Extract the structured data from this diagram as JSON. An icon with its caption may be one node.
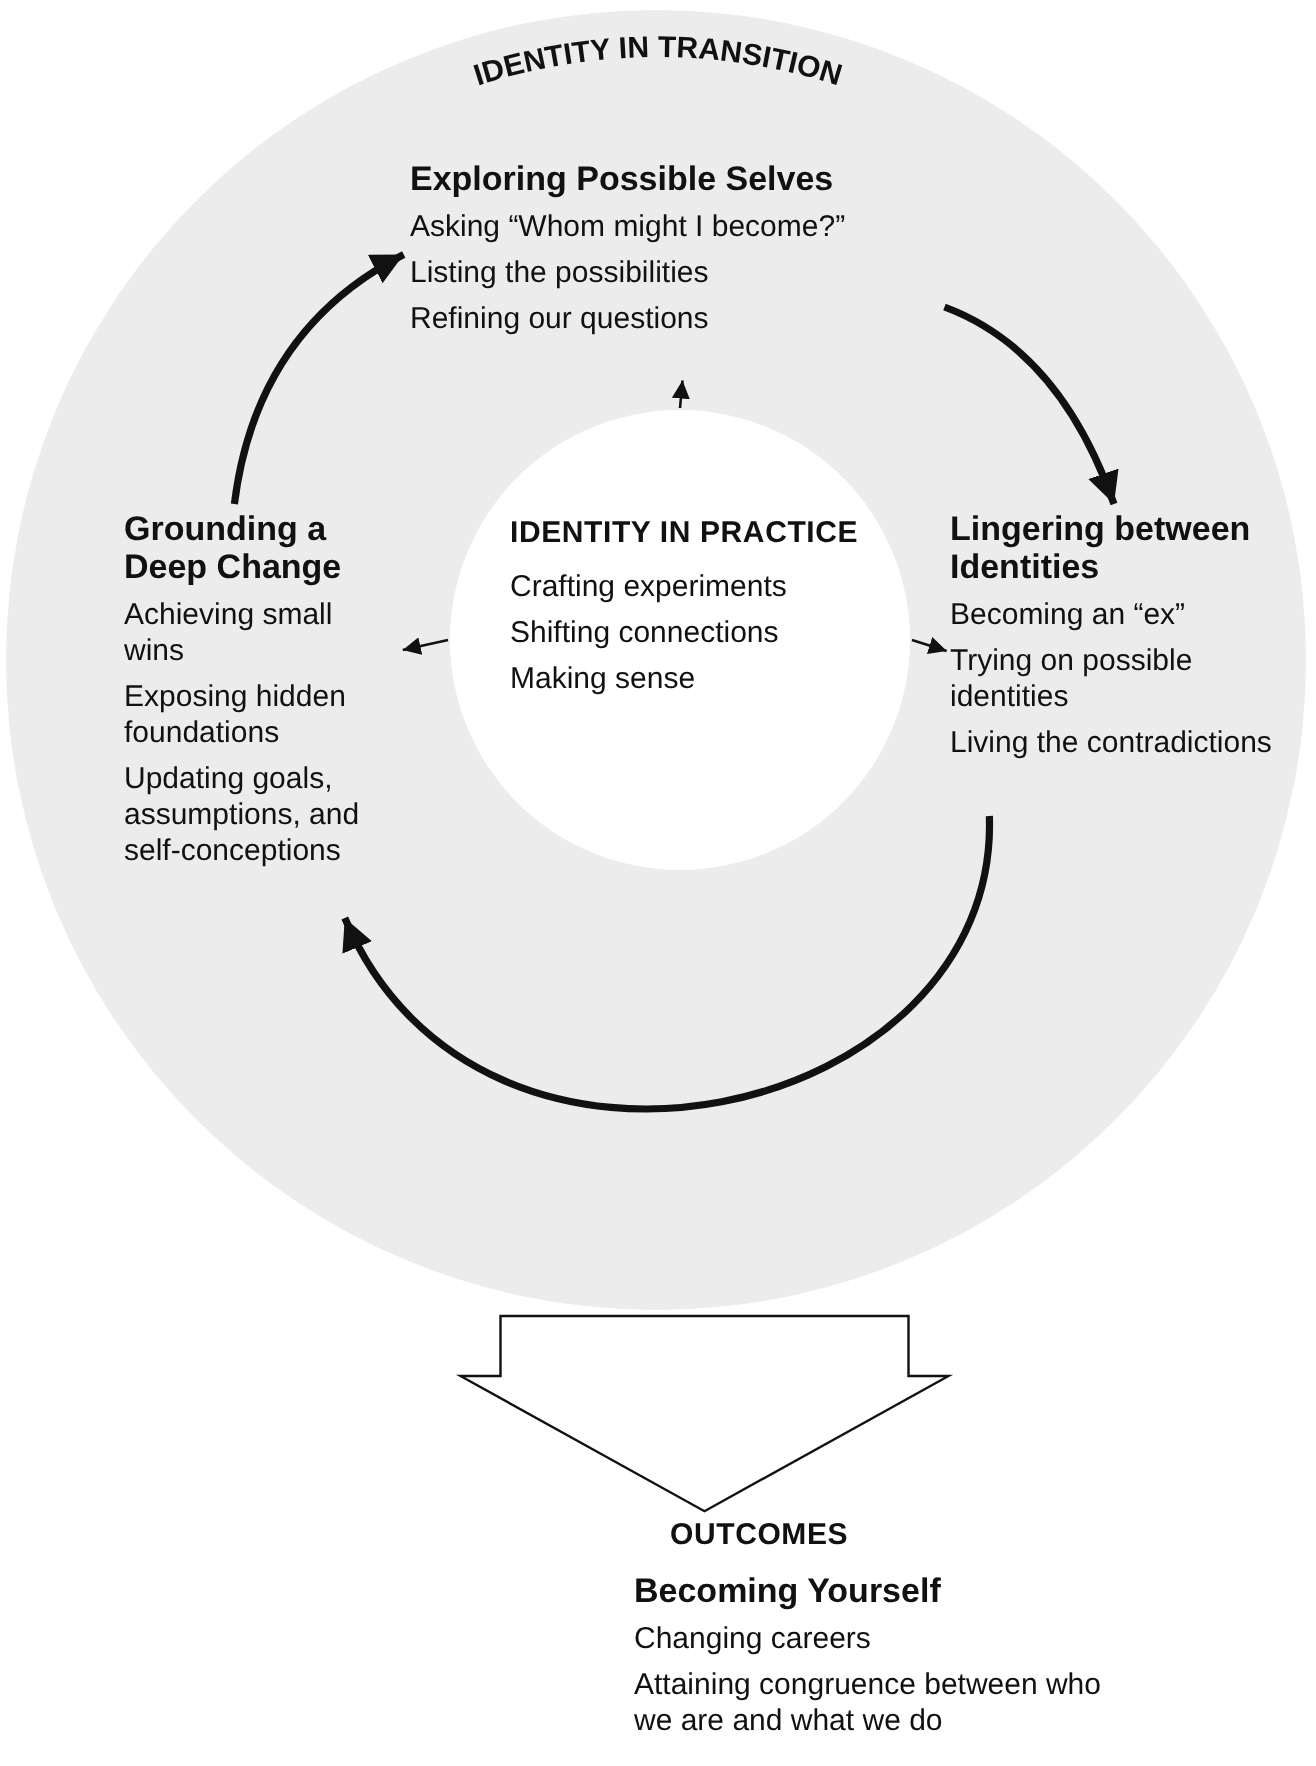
{
  "diagram": {
    "nodes": [
      {
        "text": [
          "IDENTITY IN TRANSITION"
        ]
      },
      {
        "text": [
          "Exploring Possible Selves",
          "Asking “Whom might I become?”",
          "Listing the possibilities",
          "Refining our questions"
        ],
        "in": 0
      },
      {
        "text": [
          "Lingering between Identities",
          "Becoming an “ex”",
          "Trying on possible identities",
          "Living the contradictions"
        ],
        "in": 0
      },
      {
        "text": [
          "Grounding a Deep Change",
          "Achieving small wins",
          "Exposing hidden foundations",
          "Updating goals, assumptions, and self-conceptions"
        ],
        "in": 0
      },
      {
        "text": [
          "IDENTITY IN PRACTICE",
          "Crafting experiments",
          "Shifting connections",
          "Making sense"
        ],
        "in": 0
      },
      {
        "text": [
          "OUTCOMES",
          "Becoming Yourself",
          "Changing careers",
          "Attaining congruence between who we are and what we do"
        ]
      }
    ],
    "edges": [
      {
        "from": 1,
        "to": 2,
        "arrow": "to",
        "style": "thick"
      },
      {
        "from": 2,
        "to": 3,
        "arrow": "to",
        "style": "thick"
      },
      {
        "from": 3,
        "to": 1,
        "arrow": "to",
        "style": "thick"
      },
      {
        "from": 4,
        "to": 1,
        "arrow": "to"
      },
      {
        "from": 4,
        "to": 2,
        "arrow": "to"
      },
      {
        "from": 4,
        "to": 3,
        "arrow": "to"
      },
      {
        "from": 0,
        "to": 5,
        "arrow": "to"
      }
    ]
  }
}
